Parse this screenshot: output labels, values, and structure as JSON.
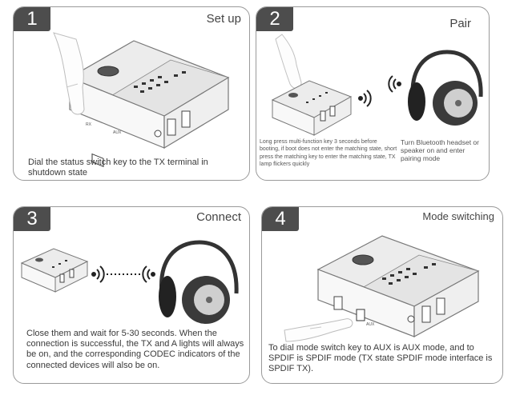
{
  "panels": [
    {
      "number": "1",
      "title": "Set up",
      "caption": "Dial the status switch key to the TX terminal in shutdown state",
      "device_labels": [
        "RX",
        "AUX"
      ]
    },
    {
      "number": "2",
      "title": "Pair",
      "caption_left": "Long press multi-function key 3 seconds before booting, if boot does not enter the matching state, short press the matching key to enter the matching state, TX lamp flickers quickly",
      "caption_right": "Turn Bluetooth headset or speaker on and enter pairing mode"
    },
    {
      "number": "3",
      "title": "Connect",
      "caption": "Close them and wait for 5-30 seconds. When the connection is successful, the TX and A lights will always be on, and the corresponding CODEC indicators of the connected devices will also be on."
    },
    {
      "number": "4",
      "title": "Mode switching",
      "caption": "To dial mode switch key to AUX is AUX mode, and to SPDIF is SPDIF mode (TX state SPDIF mode interface is SPDIF TX).",
      "device_labels": [
        "AUX"
      ]
    }
  ]
}
